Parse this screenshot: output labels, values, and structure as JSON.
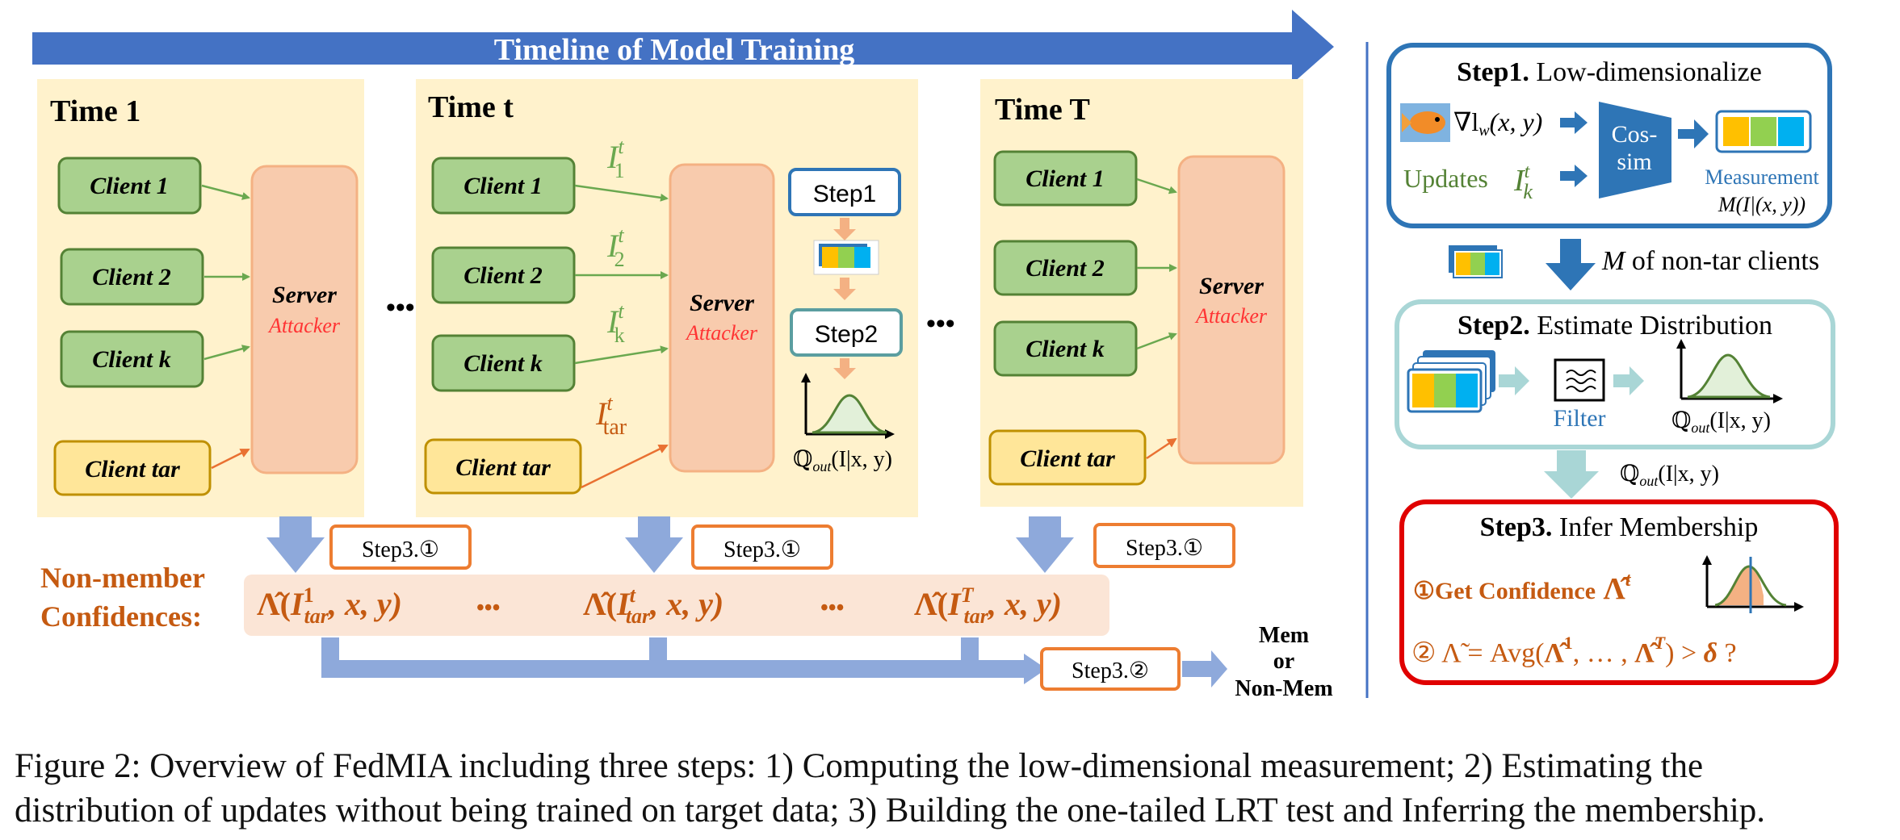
{
  "timeline": {
    "label": "Timeline of Model Training"
  },
  "panels": [
    {
      "title": "Time 1",
      "clients": [
        "Client 1",
        "Client 2",
        "Client k",
        "Client tar"
      ],
      "server": "Server",
      "attacker": "Attacker"
    },
    {
      "title": "Time t",
      "clients": [
        "Client 1",
        "Client 2",
        "Client k",
        "Client tar"
      ],
      "server": "Server",
      "attacker": "Attacker"
    },
    {
      "title": "Time T",
      "clients": [
        "Client 1",
        "Client 2",
        "Client k",
        "Client tar"
      ],
      "server": "Server",
      "attacker": "Attacker"
    }
  ],
  "ellipsis": "•••",
  "update_labels": [
    {
      "base": "I",
      "sub": "1",
      "sup": "t"
    },
    {
      "base": "I",
      "sub": "2",
      "sup": "t"
    },
    {
      "base": "I",
      "sub": "k",
      "sup": "t"
    },
    {
      "base": "I",
      "sub": "tar",
      "sup": "t"
    }
  ],
  "inline_steps": {
    "step1": "Step1",
    "step2": "Step2",
    "dist_label": "ℚ",
    "dist_sub": "out",
    "dist_rest": "(I|x, y)"
  },
  "step3_badge": "Step3.①",
  "step3_badge2": "Step3.②",
  "nonmember": {
    "line1": "Non-member",
    "line2": "Confidences:"
  },
  "confidences": [
    {
      "sup": "1",
      "sub": "tar",
      "rest": ", x, y)"
    },
    {
      "sup": "t",
      "sub": "tar",
      "rest": ", x, y)"
    },
    {
      "sup": "T",
      "sub": "tar",
      "rest": ", x, y)"
    }
  ],
  "conf_dots": "•••",
  "result": {
    "line1": "Mem",
    "line2": "or",
    "line3": "Non-Mem"
  },
  "right": {
    "step1": {
      "bold": "Step1.",
      "text": " Low-dimensionalize",
      "grad": "∇l",
      "grad_sub": "w",
      "grad_rest": "(x, y)",
      "updates": "Updates",
      "cos1": "Cos-",
      "cos2": "sim",
      "measurement": "Measurement",
      "formula": "M(I|(x, y))"
    },
    "between1": {
      "sym": "M",
      "text": " of non-tar clients"
    },
    "step2": {
      "bold": "Step2.",
      "text": " Estimate Distribution",
      "filter": "Filter",
      "dist": "ℚ",
      "dist_sub": "out",
      "dist_rest": "(I|x, y)"
    },
    "between2": {
      "dist": "ℚ",
      "dist_sub": "out",
      "dist_rest": "(I|x, y)"
    },
    "step3": {
      "bold": "Step3.",
      "text": " Infer Membership",
      "get": "①Get Confidence",
      "cond_num": "②",
      "cond_eq": " Λ̃ = Avg(",
      "cond_mid": "Λ̂",
      "cond_end": ") > ",
      "delta": "δ",
      "q": " ?"
    }
  },
  "caption": {
    "line1": "Figure 2: Overview of FedMIA including three steps: 1) Computing the low-dimensional measurement; 2) Estimating the",
    "line2": "distribution of updates without being trained on target data; 3) Building the one-tailed LRT test and Inferring the membership."
  },
  "colors": {
    "blue": "#4472C4",
    "light_blue": "#8EA9DB",
    "panel_bg": "#FFF2CC",
    "client_fill": "#A9D18E",
    "client_border": "#548235",
    "tar_fill": "#FFE699",
    "tar_border": "#BF9000",
    "server_fill": "#F8CBAD",
    "server_border": "#F4B183",
    "attacker": "#FF3333",
    "orange": "#C55A11",
    "badge": "#ED7D31",
    "teal": "#A9D6D6",
    "red": "#E00000",
    "green": "#548235"
  }
}
